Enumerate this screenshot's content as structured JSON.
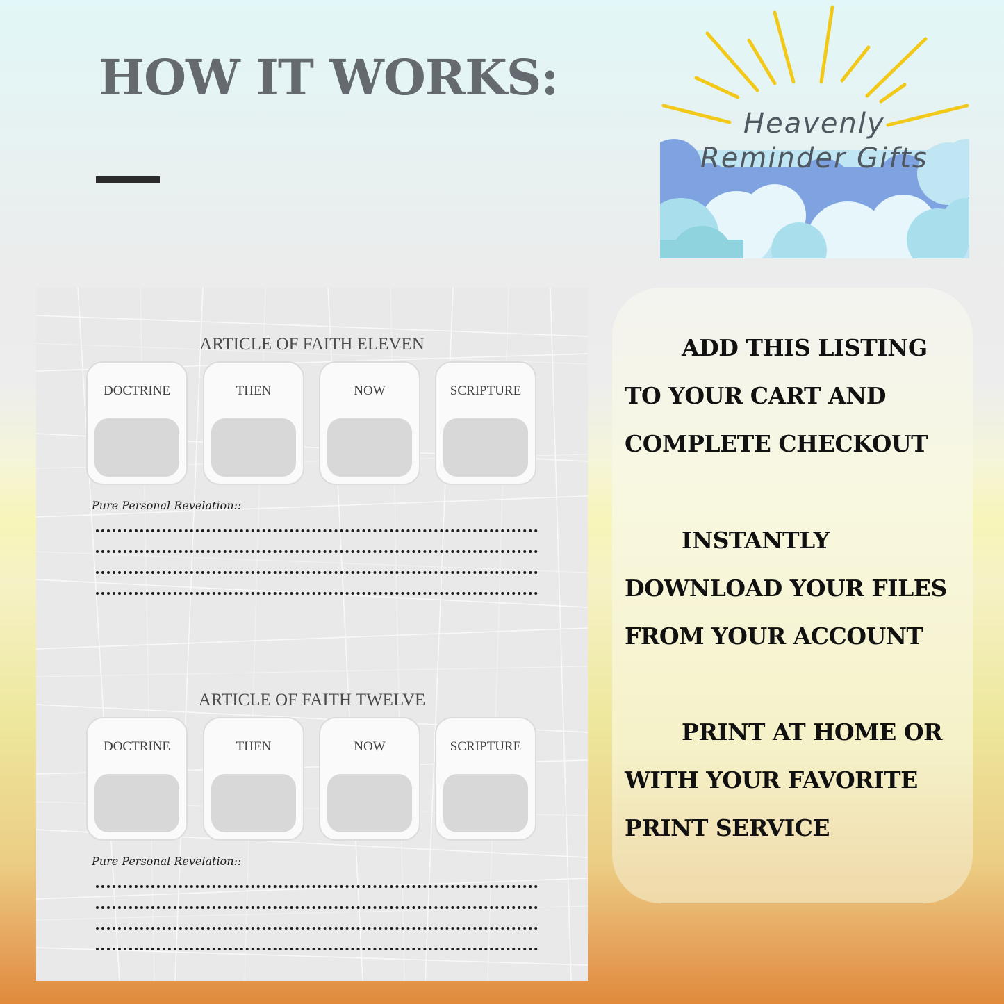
{
  "header": {
    "title": "HOW IT WORKS:"
  },
  "logo": {
    "line1": "Heavenly",
    "line2": "Reminder Gifts"
  },
  "sheet": {
    "articles": [
      {
        "title": "ARTICLE OF FAITH ELEVEN",
        "cards": [
          "DOCTRINE",
          "THEN",
          "NOW",
          "SCRIPTURE"
        ],
        "notes_label": "Pure Personal Revelation::"
      },
      {
        "title": "ARTICLE OF FAITH TWELVE",
        "cards": [
          "DOCTRINE",
          "THEN",
          "NOW",
          "SCRIPTURE"
        ],
        "notes_label": "Pure Personal Revelation::"
      }
    ]
  },
  "steps": [
    "ADD THIS LISTING TO YOUR CART AND COMPLETE CHECKOUT",
    "INSTANTLY DOWNLOAD YOUR FILES FROM YOUR ACCOUNT",
    "PRINT AT HOME OR WITH YOUR FAVORITE PRINT SERVICE"
  ],
  "colors": {
    "title": "#646a6f",
    "sun_rays": "#f2c918",
    "cloud_dark": "#7fa2e0",
    "cloud_light": "#bfe6f2"
  },
  "icons": {
    "logo_rays": "sun-rays",
    "logo_clouds": "clouds"
  }
}
